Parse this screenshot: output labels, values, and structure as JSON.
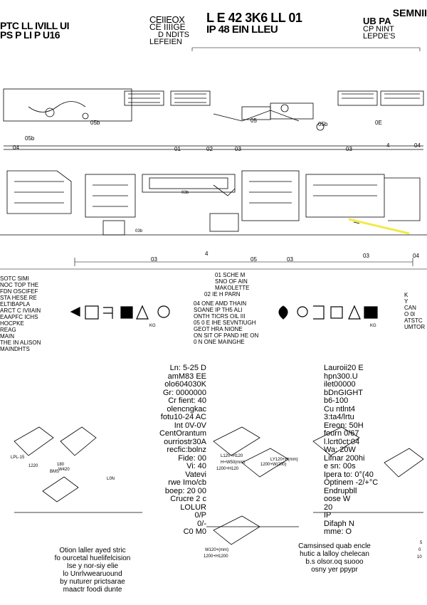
{
  "header": {
    "left_line1": "PTC LL IVILL UI",
    "left_line2": "PS P LI P U16",
    "center_a": "CEIIEOX",
    "center_b": "CE IIIIGE",
    "center_c": "D NDITS",
    "center_d": "LEFEIEN",
    "title": "L E 42 3K6 LL 01",
    "title_sub": "IP 48 EIN LLEU",
    "right_line1": "SEMNII",
    "right_line2": "UB PA",
    "right_line3": "CP NINT",
    "right_line4": "LEPDE'S"
  },
  "diagram_labels": {
    "top_row": [
      "05b",
      "05b",
      "05b",
      "01",
      "02",
      "04",
      "03",
      "03",
      "05",
      "0E",
      "4",
      "04"
    ],
    "mid_row": [
      "03b",
      "03b"
    ],
    "bottom_row": [
      "03",
      "4",
      "05",
      "03",
      "03",
      "04"
    ]
  },
  "legend_list": [
    "01 SCHE M",
    "SNO OF AIN",
    "MAKOLETTE",
    "02 IE H PARN",
    "04 ONE AMD THAIN",
    "SOANE IP TH5 ALI",
    "ONTH TICRS OIL III",
    "05 0 E IHE SEVNTIUGH",
    "GEOT HRA NIONE",
    "ON SIT OF PAND HE ON",
    "0 N ONE MAINGHE"
  ],
  "left_notes": [
    "SOTC SIMI",
    "NOC TOP THE",
    "FDN OSCIFEF",
    "STA HESE RE",
    "ELTIBAPLA",
    "ARCT C IVIIAIN",
    "EAAPFC ICHS",
    "HOCPKE",
    "REAG",
    "MAIN",
    "THE IN ALISON",
    "MAINDHTS"
  ],
  "right_notes": [
    "K",
    "Y",
    "CAN",
    "O 0I",
    "ATSTC",
    "UMTOR"
  ],
  "icon_labels": {
    "left_tag": "KG",
    "right_tag": "KG"
  },
  "specs_left": [
    "Ln: 5-25 D",
    "amM83 EE",
    "olo604030K",
    "Gr: 0000000",
    "Cr fient: 40",
    "olencngkac",
    "fotu10-24 AC",
    "Int 0V-0V",
    "CentOrantum",
    "ourriostr30A",
    "recfic:bolnz",
    "Fide: 00",
    "Vi: 40",
    "Vatevi",
    "rwe Imo/cb",
    "boep: 20 00",
    "Crucre 2 c",
    "LOLUR",
    "0/P",
    "0/-",
    "C0 M0"
  ],
  "specs_right": [
    "Lauroii20 E",
    "hpn300.U",
    "ilet00000",
    "bDnGIGHT",
    "b6-100",
    "Cu ntlnt4",
    "3:ta4/lrtu",
    "Ereon: 50H",
    "fourn 0/67",
    "l.lcrt0ct:04",
    "Wa: 20W",
    "Lifnar 200hi",
    "e sn: 00s",
    "Ipera to: 0°(40",
    "Optinem -2/+°C",
    "Endrupbll",
    "oose W",
    "20",
    "IP",
    "Difaph N",
    "mme: O"
  ],
  "dims_left": {
    "a": "LPL-15",
    "b": "1220",
    "c": "180",
    "d": "BMS",
    "e": "W420",
    "f": "L0N"
  },
  "dims_center_right": {
    "a": "L120+H120",
    "b": "H+W50(mm)",
    "c": "1200+H120",
    "d": "LY120+H(mm)",
    "e": "1200+W(200)"
  },
  "dims_bottom": {
    "a": "W120+(mm)",
    "b": "1200+H1200"
  },
  "right_edge_dims": {
    "a": "5",
    "b": "0",
    "c": "10"
  },
  "caption_left": [
    "Otion laller ayed stric",
    "fo ourcetal huelifelcision",
    "Ise y nor-siy elie",
    "lo Unrlvwearuound",
    "by nuturer prictsarae",
    "maactr foodi dunte"
  ],
  "caption_right": [
    "Camsinsed quab encle",
    "hutic a lalloy chelecan",
    "b.s olsor.oq suooo",
    "osny yer ppypr"
  ],
  "colors": {
    "ink": "#000000",
    "accent_line": "#f2e94a",
    "paper": "#ffffff",
    "gray": "#777777"
  }
}
